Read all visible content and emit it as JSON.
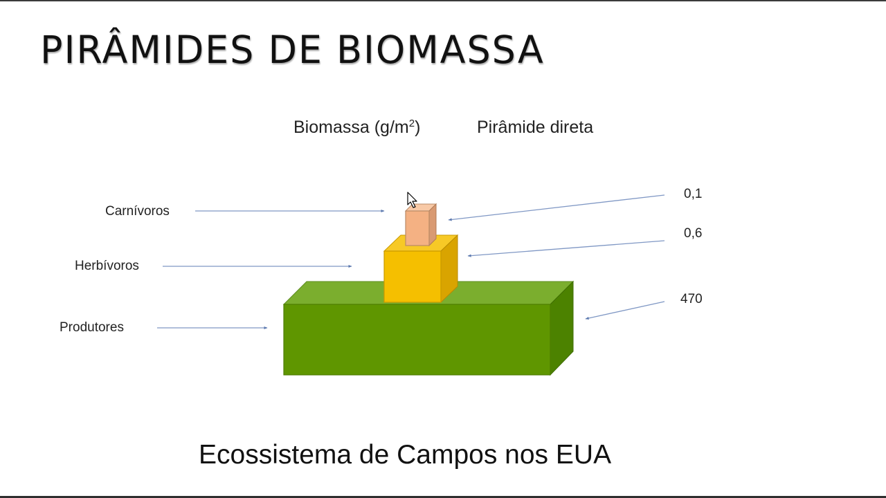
{
  "slide": {
    "title": "PIRÂMIDES DE BIOMASSA",
    "header": {
      "unit_label_prefix": "Biomassa (g/m",
      "unit_label_exponent": "2",
      "unit_label_suffix": ")",
      "pyramid_type": "Pirâmide direta"
    },
    "levels": [
      {
        "name": "Carnívoros",
        "value": "0,1",
        "color_front": "#F4B183",
        "color_top": "#F8C9A6",
        "color_side": "#D99A72"
      },
      {
        "name": "Herbívoros",
        "value": "0,6",
        "color_front": "#F5BF00",
        "color_top": "#F7C926",
        "color_side": "#D9A400"
      },
      {
        "name": "Produtores",
        "value": "470",
        "color_front": "#5F9600",
        "color_top": "#7BAE2E",
        "color_side": "#4C8200"
      }
    ],
    "caption": "Ecossistema de Campos nos EUA",
    "arrow_color": "#6A86B8"
  },
  "chart_data": {
    "type": "bar",
    "title": "PIRÂMIDES DE BIOMASSA",
    "subtitle": "Pirâmide direta",
    "categories": [
      "Produtores",
      "Herbívoros",
      "Carnívoros"
    ],
    "values": [
      470,
      0.6,
      0.1
    ],
    "ylabel": "Biomassa (g/m²)",
    "xlabel": "",
    "annotations": [
      "Ecossistema de Campos nos EUA"
    ]
  }
}
